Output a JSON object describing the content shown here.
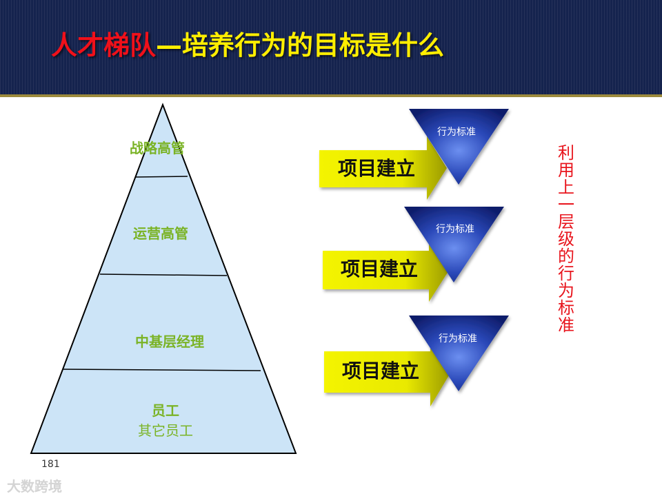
{
  "title": {
    "part1": "人才梯队",
    "part2": "—培养行为的目标是什么"
  },
  "pyramid": {
    "layers": [
      {
        "label": "战略高管"
      },
      {
        "label": "运营高管"
      },
      {
        "label": "中基层经理"
      },
      {
        "label": "员工",
        "sub": "其它员工"
      }
    ]
  },
  "flow": [
    {
      "arrow_label": "项目建立",
      "triangle_label": "行为标准"
    },
    {
      "arrow_label": "项目建立",
      "triangle_label": "行为标准"
    },
    {
      "arrow_label": "项目建立",
      "triangle_label": "行为标准"
    }
  ],
  "side_note": [
    "利",
    "用",
    "上",
    "一",
    "层",
    "级",
    "的",
    "行",
    "为",
    "标",
    "准"
  ],
  "page_number": "181",
  "watermark": "大数跨境",
  "colors": {
    "header_bg": "#15234e",
    "title_red": "#f0101a",
    "title_yellow": "#ffee00",
    "pyramid_fill": "#cce4f7",
    "layer_text": "#7ab325",
    "arrow_yellow": "#f2f200",
    "triangle_blue": "#1a2f8a",
    "note_red": "#e8141c"
  }
}
